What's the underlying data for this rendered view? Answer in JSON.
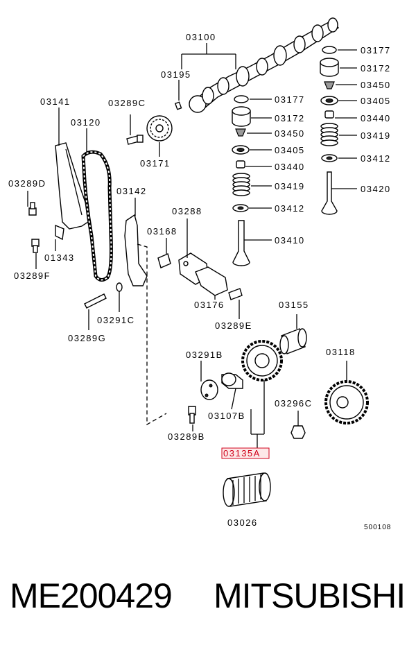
{
  "diagram": {
    "labels": {
      "p03100": "03100",
      "p03195": "03195",
      "p03177a": "03177",
      "p03172a": "03172",
      "p03450a": "03450",
      "p03405a": "03405",
      "p03440a": "03440",
      "p03419a": "03419",
      "p03412a": "03412",
      "p03420": "03420",
      "p03177b": "03177",
      "p03172b": "03172",
      "p03450b": "03450",
      "p03405b": "03405",
      "p03440b": "03440",
      "p03419b": "03419",
      "p03412b": "03412",
      "p03410": "03410",
      "p03141": "03141",
      "p03289C": "03289C",
      "p03120": "03120",
      "p03171": "03171",
      "p03289D": "03289D",
      "p03142": "03142",
      "p03288": "03288",
      "p03168": "03168",
      "p01343": "01343",
      "p03289F": "03289F",
      "p03176": "03176",
      "p03291C": "03291C",
      "p03289E": "03289E",
      "p03289G": "03289G",
      "p03155": "03155",
      "p03291B": "03291B",
      "p03118": "03118",
      "p03107B": "03107B",
      "p03296C": "03296C",
      "p03289B": "03289B",
      "p03135A": "03135A",
      "p03026": "03026",
      "ref": "500108"
    }
  },
  "footer": {
    "part_number": "ME200429",
    "brand": "MITSUBISHI"
  },
  "colors": {
    "highlight": "#d0021b"
  }
}
